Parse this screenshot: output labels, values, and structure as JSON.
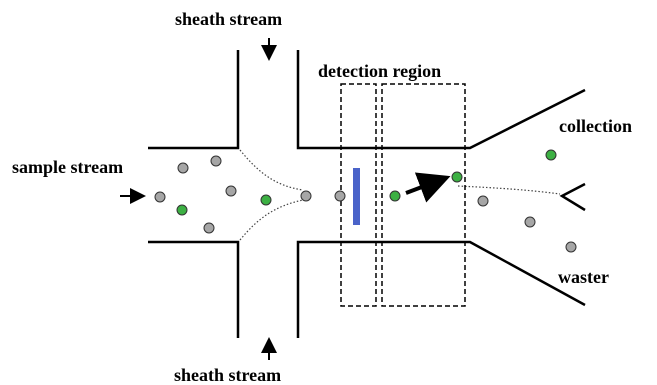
{
  "labels": {
    "sheath_top": "sheath stream",
    "sheath_bottom": "sheath stream",
    "detection": "detection region",
    "sample": "sample stream",
    "collection": "collection",
    "waste": "waster"
  },
  "colors": {
    "particle_gray": "#a6a6a6",
    "particle_green": "#3cb043",
    "particle_stroke": "#333333",
    "laser_bar": "#4a63c9",
    "line": "#000000"
  }
}
